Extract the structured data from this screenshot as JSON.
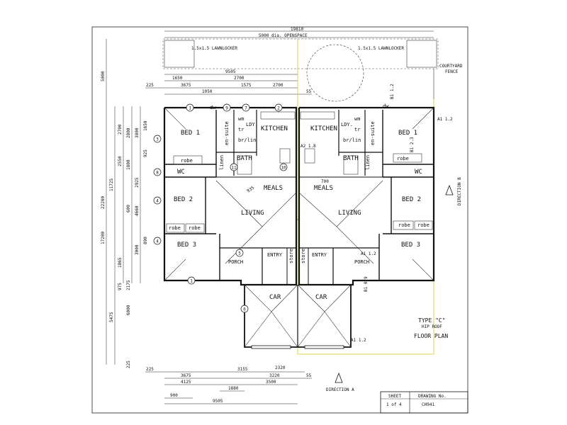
{
  "top_dims": {
    "overall": "19810",
    "openspace": "5000 dia. OPENSPACE",
    "lawnlocker": "1.5x1.5 LAWNLOCKER",
    "d9505": "9505",
    "d2700a": "2700",
    "d1650": "1650",
    "d3675": "3675",
    "d1575": "1575",
    "d2700b": "2700",
    "d225": "225",
    "d1050": "1050",
    "d55": "55"
  },
  "left_dims": {
    "d5000": "5000",
    "d22200": "22200",
    "d11725": "11725",
    "d17200": "17200",
    "d5475": "5475",
    "d6000": "6000",
    "d225": "225",
    "d2700": "2700",
    "d2800": "2800",
    "d3800": "3800",
    "d1650": "1650",
    "d925": "925",
    "d2550": "2550",
    "d1800": "1800",
    "d2925": "2925",
    "d4660": "4660",
    "d600": "600",
    "d890": "890",
    "d3000": "3000",
    "d1865": "1865",
    "d975": "975",
    "d2175": "2175"
  },
  "bottom_dims": {
    "d225": "225",
    "d3675": "3675",
    "d4125": "4125",
    "d3155": "3155",
    "d2320": "2320",
    "d3220": "3220",
    "d55": "55",
    "d3500": "3500",
    "d1880": "1880",
    "d900": "900",
    "d9505": "9505"
  },
  "rooms": {
    "bed1_left": "BED 1",
    "bed2_left": "BED 2",
    "bed3_left": "BED 3",
    "wc_left": "WC",
    "bath_left": "BATH",
    "ldy_left": "LDY.",
    "kitchen_left": "KITCHEN",
    "meals_left": "MEALS",
    "living_left": "LIVING",
    "porch_left": "PORCH",
    "entry_left": "ENTRY",
    "car_left": "CAR",
    "bed1_right": "BED 1",
    "bed2_right": "BED 2",
    "bed3_right": "BED 3",
    "wc_right": "WC",
    "bath_right": "BATH",
    "ldy_right": "LDY.",
    "kitchen_right": "KITCHEN",
    "meals_right": "MEALS",
    "living_right": "LIVING",
    "porch_right": "PORCH",
    "entry_right": "ENTRY",
    "car_right": "CAR"
  },
  "fixtures": {
    "robe": "robe",
    "ensuite": "en-suite",
    "brlin": "br/lin",
    "linen": "linen",
    "store": "store",
    "wm": "wm",
    "tr": "tr",
    "dw": "dw"
  },
  "notes": {
    "a1": "A1 1.2",
    "a2": "A2 1.8",
    "b1": "B1 1.2",
    "b1b": "B1 0.9",
    "b1c": "B1 2.3",
    "courtyard1": "COURTYARD",
    "courtyard2": "FENCE",
    "dim_935": "935",
    "dim_700": "700",
    "direction_a": "DIRECTION A",
    "direction_b": "DIRECTION B"
  },
  "markers": [
    "1",
    "2",
    "3",
    "4",
    "5",
    "6",
    "7",
    "8",
    "9",
    "10",
    "11"
  ],
  "title_block": {
    "type": "TYPE \"C\"",
    "roof": "HIP ROOF",
    "plan": "FLOOR PLAN",
    "sheet_label": "SHEET",
    "sheet_value": "1 of 4",
    "drawing_label": "DRAWING No.",
    "drawing_value": "CH941"
  },
  "colors": {
    "line": "#111111",
    "boundary": "#dcd64a",
    "paper": "#ffffff"
  }
}
